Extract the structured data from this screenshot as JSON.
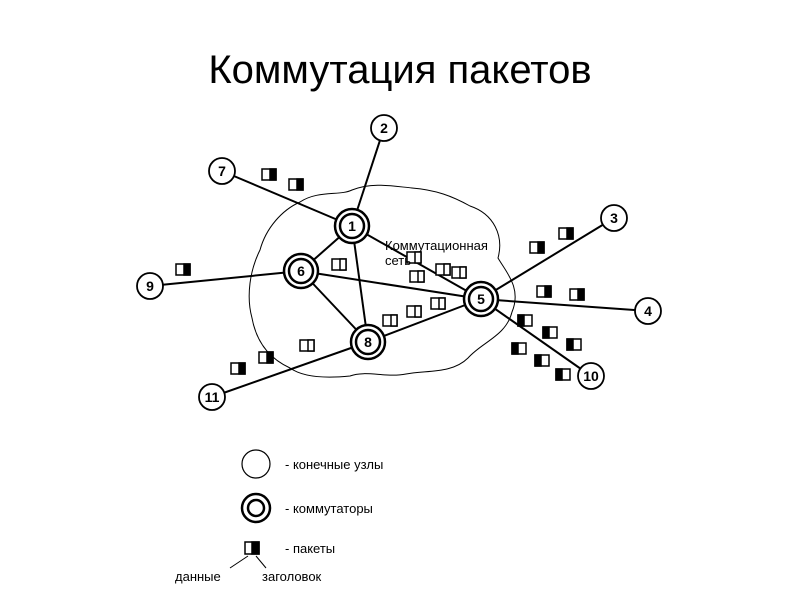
{
  "title": "Коммутация пакетов",
  "network": {
    "cloud_label_line1": "Коммутационная",
    "cloud_label_line2": "сеть",
    "switches": [
      "1",
      "5",
      "6",
      "8"
    ],
    "end_nodes": [
      "2",
      "7",
      "3",
      "9",
      "4",
      "10",
      "11"
    ],
    "links": [
      [
        "1",
        "2"
      ],
      [
        "1",
        "7"
      ],
      [
        "1",
        "5"
      ],
      [
        "1",
        "6"
      ],
      [
        "1",
        "8"
      ],
      [
        "6",
        "9"
      ],
      [
        "6",
        "5"
      ],
      [
        "6",
        "8"
      ],
      [
        "8",
        "5"
      ],
      [
        "8",
        "11"
      ],
      [
        "5",
        "3"
      ],
      [
        "5",
        "4"
      ],
      [
        "5",
        "10"
      ]
    ]
  },
  "legend": {
    "end_nodes": "- конечные узлы",
    "switches": "- коммутаторы",
    "packets": "- пакеты",
    "data": "данные",
    "header": "заголовок"
  },
  "colors": {
    "line": "#000000",
    "background": "#ffffff"
  }
}
